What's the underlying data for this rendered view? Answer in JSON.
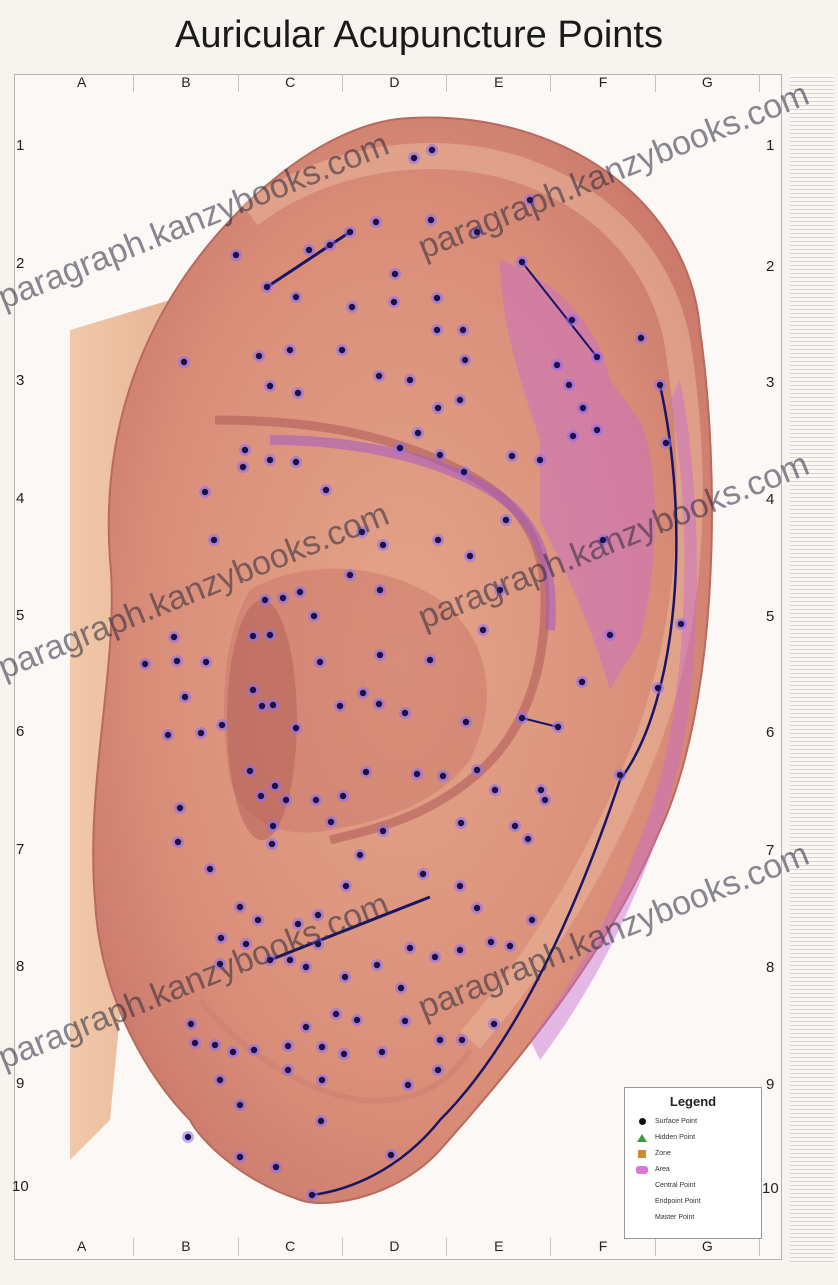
{
  "title": "Auricular Acupuncture Points",
  "columns": [
    "A",
    "B",
    "C",
    "D",
    "E",
    "F",
    "G"
  ],
  "rows": [
    "1",
    "2",
    "3",
    "4",
    "5",
    "6",
    "7",
    "8",
    "9",
    "10"
  ],
  "legend": {
    "title": "Legend",
    "items": [
      {
        "icon": "black-dot",
        "label": "Surface Point"
      },
      {
        "icon": "green-triangle",
        "label": "Hidden Point"
      },
      {
        "icon": "orange-square",
        "label": "Zone"
      },
      {
        "icon": "pink-area",
        "label": "Area"
      },
      {
        "icon": "",
        "label": "Central Point"
      },
      {
        "icon": "",
        "label": "Endpoint Point"
      },
      {
        "icon": "",
        "label": "Master Point"
      }
    ]
  },
  "watermark": "paragraph.kanzybooks.com",
  "colors": {
    "skin": "#e9a98f",
    "skin_dark": "#c9776a",
    "rim": "#d59a7f",
    "purple": "#c86bd0",
    "dot": "#1b1145",
    "halo": "#8a6cff"
  }
}
